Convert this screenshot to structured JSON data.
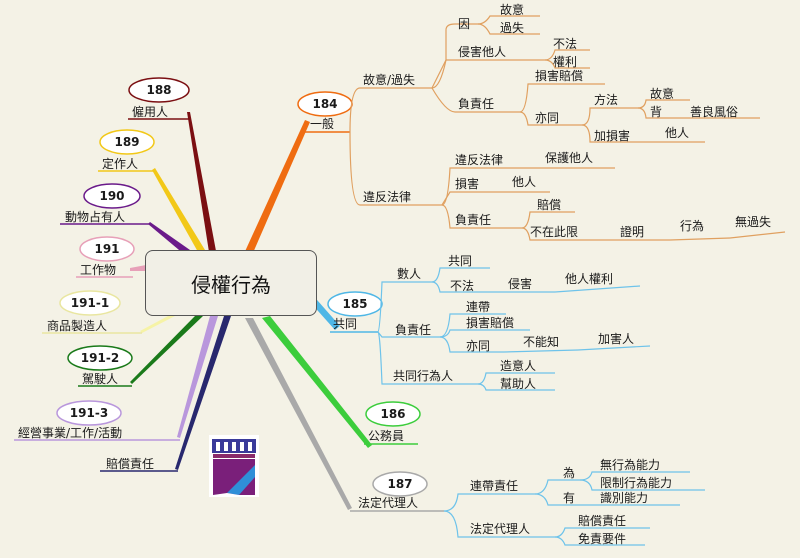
{
  "center": {
    "title": "侵權行為"
  },
  "left": [
    {
      "num": "188",
      "label": "僱用人"
    },
    {
      "num": "189",
      "label": "定作人"
    },
    {
      "num": "190",
      "label": "動物占有人"
    },
    {
      "num": "191",
      "label": "工作物"
    },
    {
      "num": "191-1",
      "label": "商品製造人"
    },
    {
      "num": "191-2",
      "label": "駕駛人"
    },
    {
      "num": "191-3",
      "label": "經營事業/工作/活動"
    },
    {
      "num": "",
      "label": "賠償責任"
    }
  ],
  "b184": {
    "num": "184",
    "label": "一般",
    "fault": {
      "label": "故意/過失",
      "cause": {
        "label": "因",
        "c1": "故意",
        "c2": "過失"
      },
      "infringe": {
        "label": "侵害他人",
        "c1": "不法",
        "c2": "權利"
      },
      "liability": {
        "label": "負責任",
        "damages": "損害賠償",
        "also": {
          "label": "亦同",
          "method": "方法",
          "intent": "故意",
          "against": "背",
          "morals": "善良風俗",
          "add": "加損害",
          "others": "他人"
        }
      }
    },
    "violate": {
      "label": "違反法律",
      "v1": {
        "label": "違反法律",
        "c": "保護他人"
      },
      "v2": {
        "label": "損害",
        "c": "他人"
      },
      "v3": {
        "label": "負責任",
        "c1": "賠償",
        "c2": "不在此限",
        "prove": "證明",
        "act": "行為",
        "nofault": "無過失"
      }
    }
  },
  "b185": {
    "num": "185",
    "label": "共同",
    "several": {
      "label": "數人",
      "joint": "共同",
      "illegal": "不法",
      "infringe": "侵害",
      "rights": "他人權利"
    },
    "liability": {
      "label": "負責任",
      "c1": "連帶",
      "c2": "損害賠償",
      "also": "亦同",
      "unknown": "不能知",
      "perp": "加害人"
    },
    "coact": {
      "label": "共同行為人",
      "c1": "造意人",
      "c2": "幫助人"
    }
  },
  "b186": {
    "num": "186",
    "label": "公務員"
  },
  "b187": {
    "num": "187",
    "label": "法定代理人",
    "joint": {
      "label": "連帶責任",
      "is": "為",
      "has": "有",
      "c1": "無行為能力",
      "c2": "限制行為能力",
      "c3": "識別能力"
    },
    "rep": {
      "label": "法定代理人",
      "c1": "賠償責任",
      "c2": "免責要件"
    }
  },
  "colors": {
    "b184": "#ef6c11",
    "b185": "#4fb7e6",
    "b186": "#3ccd3c",
    "b187": "#a9a9a9",
    "l188": "#7b0f12",
    "l189": "#f2c818",
    "l190": "#6a1a8a",
    "l191": "#e7a0b8",
    "l1911": "#f6f3a6",
    "l1912": "#1a7a1a",
    "l1913": "#b997dc",
    "l_comp": "#28286e",
    "sub184": "#e0a060",
    "sub185": "#6ec3ea"
  }
}
